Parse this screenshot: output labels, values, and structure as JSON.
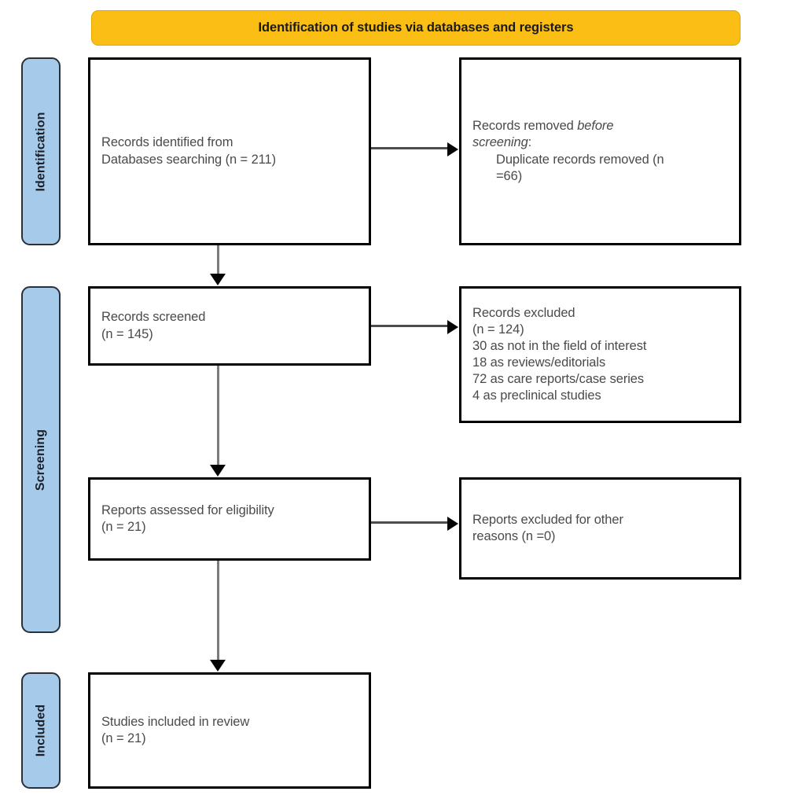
{
  "banner": {
    "title": "Identification of studies via databases and registers",
    "bg_color": "#fabe14",
    "text_color": "#1b1b1b"
  },
  "stages": [
    {
      "id": "identification",
      "label": "Identification",
      "bg_color": "#a6caea"
    },
    {
      "id": "screening",
      "label": "Screening",
      "bg_color": "#a6caea"
    },
    {
      "id": "included",
      "label": "Included",
      "bg_color": "#a6caea"
    }
  ],
  "boxes": {
    "identified": {
      "line1": "Records identified from",
      "line2": "Databases searching (n = 211)"
    },
    "removed": {
      "line1_prefix": "Records removed ",
      "line1_em": "before",
      "line2_em": "screening",
      "line2_suffix": ":",
      "line3": "Duplicate records removed (n",
      "line4": "=66)"
    },
    "screened": {
      "line1": "Records screened",
      "line2": "(n = 145)"
    },
    "excluded": {
      "line1": "Records excluded",
      "line2": "(n = 124)",
      "line3": "30 as not in the field of interest",
      "line4": "18 as reviews/editorials",
      "line5": "72 as care reports/case series",
      "line6": "4 as preclinical studies"
    },
    "assessed": {
      "line1": "Reports assessed for eligibility",
      "line2": "(n = 21)"
    },
    "reports_excluded": {
      "line1": "Reports excluded for other",
      "line2": "reasons (n =0)"
    },
    "included": {
      "line1": "Studies included in review",
      "line2": "(n = 21)"
    }
  },
  "chart_data": {
    "type": "diagram",
    "title": "Identification of studies via databases and registers",
    "stages": [
      "Identification",
      "Screening",
      "Included"
    ],
    "nodes": [
      {
        "id": "identified",
        "stage": "Identification",
        "label": "Records identified from Databases searching",
        "n": 211
      },
      {
        "id": "removed",
        "stage": "Identification",
        "label": "Records removed before screening: Duplicate records removed",
        "n": 66
      },
      {
        "id": "screened",
        "stage": "Screening",
        "label": "Records screened",
        "n": 145
      },
      {
        "id": "excluded",
        "stage": "Screening",
        "label": "Records excluded",
        "n": 124,
        "breakdown": [
          {
            "reason": "not in the field of interest",
            "n": 30
          },
          {
            "reason": "reviews/editorials",
            "n": 18
          },
          {
            "reason": "care reports/case series",
            "n": 72
          },
          {
            "reason": "preclinical studies",
            "n": 4
          }
        ]
      },
      {
        "id": "assessed",
        "stage": "Screening",
        "label": "Reports assessed for eligibility",
        "n": 21
      },
      {
        "id": "reports_excluded",
        "stage": "Screening",
        "label": "Reports excluded for other reasons",
        "n": 0
      },
      {
        "id": "included",
        "stage": "Included",
        "label": "Studies included in review",
        "n": 21
      }
    ],
    "edges": [
      {
        "from": "identified",
        "to": "removed",
        "direction": "horizontal"
      },
      {
        "from": "identified",
        "to": "screened",
        "direction": "vertical"
      },
      {
        "from": "screened",
        "to": "excluded",
        "direction": "horizontal"
      },
      {
        "from": "screened",
        "to": "assessed",
        "direction": "vertical"
      },
      {
        "from": "assessed",
        "to": "reports_excluded",
        "direction": "horizontal"
      },
      {
        "from": "assessed",
        "to": "included",
        "direction": "vertical"
      }
    ]
  }
}
